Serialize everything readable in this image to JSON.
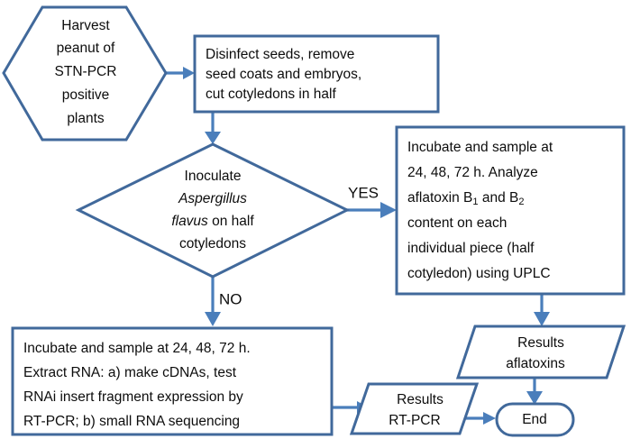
{
  "diagram": {
    "title": "Peanut aflatoxin and RNAi experimental workflow flowchart",
    "accent_color": "#41699b",
    "connector_color": "#4a7ebb",
    "text_color": "#0d0d0d",
    "background": "#ffffff"
  },
  "nodes": {
    "harvest": {
      "shape": "hexagon",
      "lines": [
        "Harvest",
        "peanut of",
        "STN-PCR",
        "positive",
        "plants"
      ]
    },
    "disinfect": {
      "shape": "process",
      "lines": [
        "Disinfect seeds, remove",
        "seed coats and embryos,",
        "cut cotyledons in half"
      ]
    },
    "inoculate": {
      "shape": "decision",
      "lines": [
        "Inoculate",
        "Aspergillus",
        "flavus on half",
        "cotyledons"
      ],
      "italic_lines": [
        1,
        2
      ]
    },
    "aflatoxin_assay": {
      "shape": "process",
      "lines": [
        "Incubate and sample at",
        "24, 48, 72 h.  Analyze",
        "aflatoxin B1 and B2",
        "content on each",
        "individual piece (half",
        "cotyledon) using UPLC"
      ],
      "subscript_line": {
        "index": 2,
        "parts": [
          "aflatoxin B",
          "1",
          " and B",
          "2"
        ]
      }
    },
    "rna_assay": {
      "shape": "process",
      "lines": [
        "Incubate and sample at 24, 48, 72 h.",
        "Extract RNA: a) make cDNAs, test",
        "RNAi insert fragment expression by",
        "RT-PCR; b) small RNA sequencing"
      ]
    },
    "results_aflatoxins": {
      "shape": "data",
      "lines": [
        "Results",
        "aflatoxins"
      ]
    },
    "results_rtpcr": {
      "shape": "data",
      "lines": [
        "Results",
        "RT-PCR"
      ]
    },
    "end": {
      "shape": "terminator",
      "lines": [
        "End"
      ]
    }
  },
  "edges": {
    "harvest_to_disinfect": {
      "label": ""
    },
    "disinfect_to_inoculate": {
      "label": ""
    },
    "inoculate_yes": {
      "label": "YES"
    },
    "inoculate_no": {
      "label": "NO"
    },
    "aflatoxin_to_results": {
      "label": ""
    },
    "rna_to_results": {
      "label": ""
    },
    "results_aflatoxins_to_end": {
      "label": ""
    },
    "results_rtpcr_to_end": {
      "label": ""
    }
  }
}
